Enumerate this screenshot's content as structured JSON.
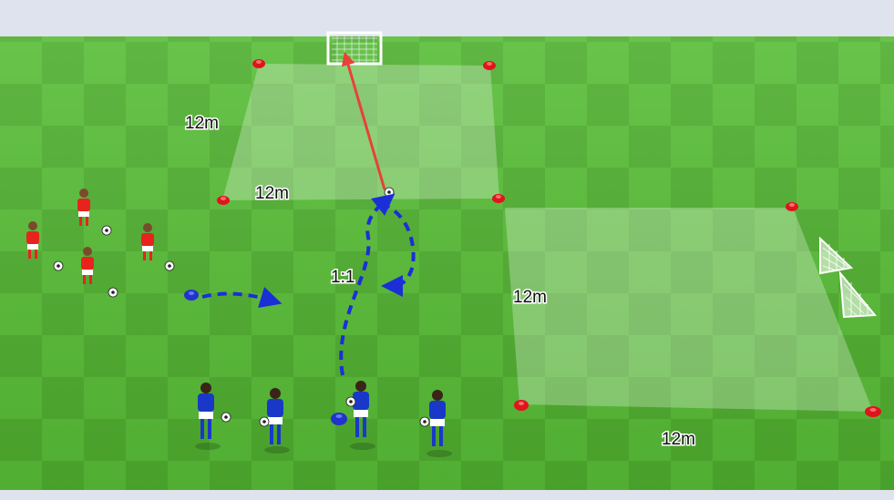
{
  "labels": {
    "top_zone_side": "12m",
    "top_zone_bottom": "12m",
    "center": "1:1",
    "right_zone_side": "12m",
    "right_zone_bottom": "12m"
  },
  "colors": {
    "pitch_light": "#5cc43a",
    "pitch_dark": "#4fb02f",
    "red_team": "#e8231e",
    "blue_team": "#1a38c8",
    "cone": "#e0141c",
    "blue_cone": "#2233cc",
    "path_blue": "#1a2fd6",
    "shot_red": "#e8413a",
    "zone_overlay": "#ffffff"
  },
  "icons": {
    "goal": "goal-icon",
    "mini_goal": "mini-goal-icon",
    "cone": "cone-icon",
    "ball": "ball-icon",
    "player": "player-icon"
  }
}
